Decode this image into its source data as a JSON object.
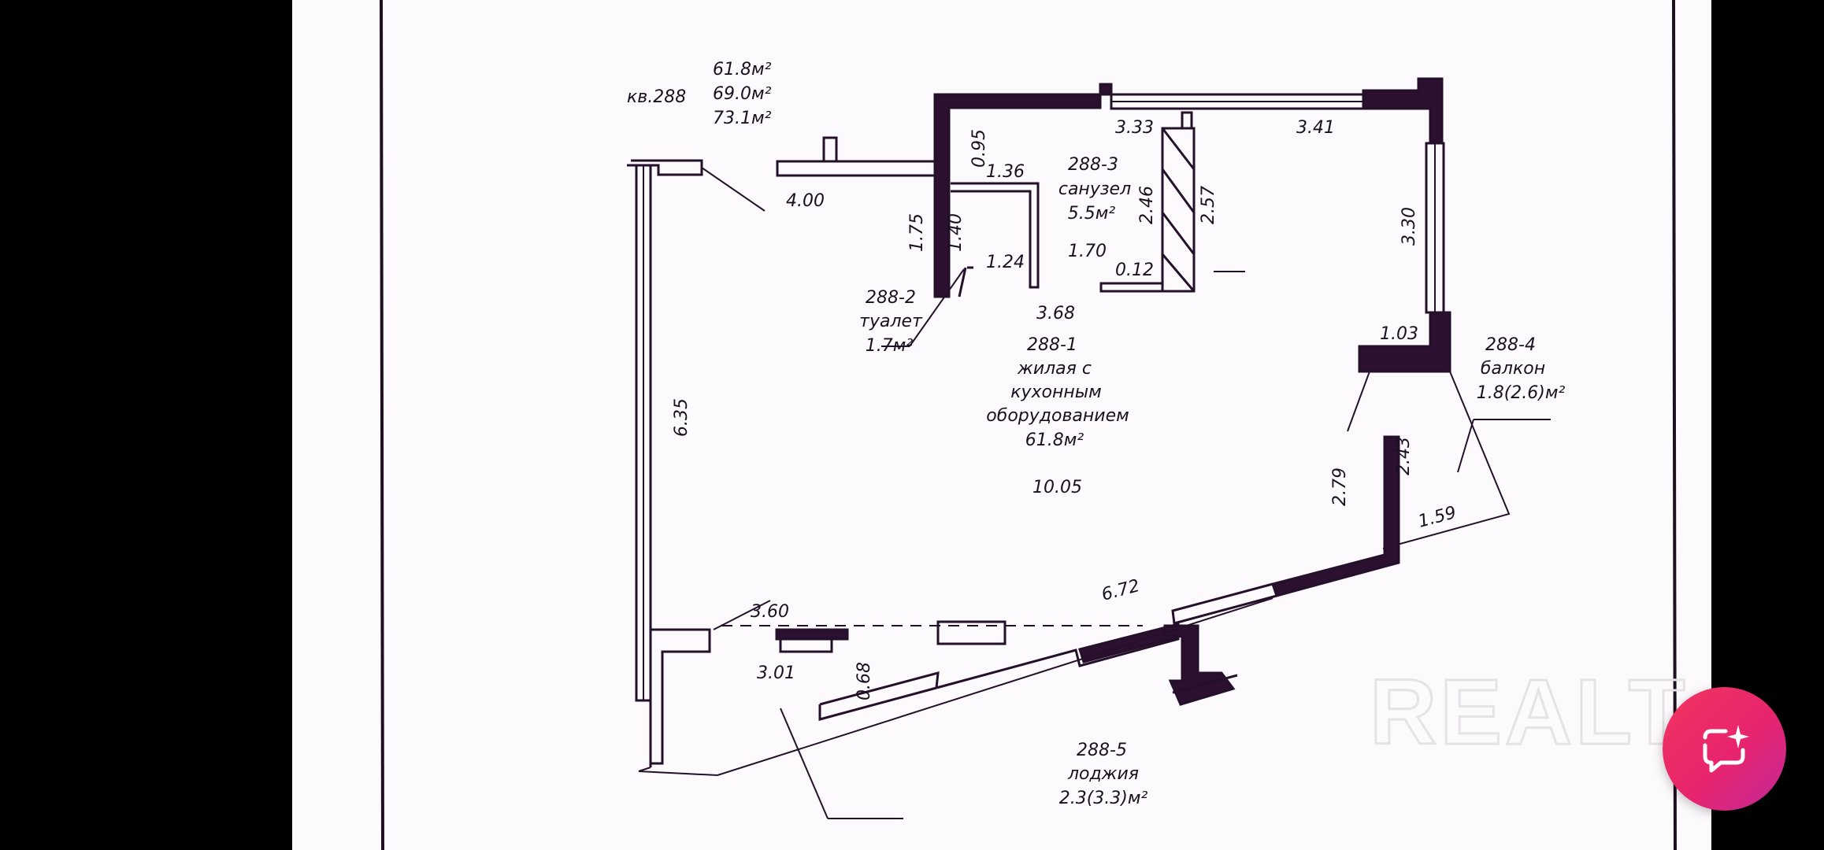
{
  "plan": {
    "apartment": {
      "number": "кв.288",
      "areas": [
        "61.8м²",
        "69.0м²",
        "73.1м²"
      ]
    },
    "rooms": [
      {
        "id": "288-1",
        "lines": [
          "288-1",
          "жилая с",
          "кухонным",
          "оборудованием",
          "61.8м²"
        ]
      },
      {
        "id": "288-2",
        "lines": [
          "288-2",
          "туалет",
          "1.7м²"
        ]
      },
      {
        "id": "288-3",
        "lines": [
          "288-3",
          "санузел",
          "5.5м²"
        ]
      },
      {
        "id": "288-4",
        "lines": [
          "288-4",
          "балкон",
          "1.8(2.6)м²"
        ]
      },
      {
        "id": "288-5",
        "lines": [
          "288-5",
          "лоджия",
          "2.3(3.3)м²"
        ]
      }
    ],
    "dimensions": {
      "d_333": "3.33",
      "d_341": "3.41",
      "d_095": "0.95",
      "d_136": "1.36",
      "d_400": "4.00",
      "d_175": "1.75",
      "d_140": "1.40",
      "d_124": "1.24",
      "d_246": "2.46",
      "d_257": "2.57",
      "d_170": "1.70",
      "d_012": "0.12",
      "d_368": "3.68",
      "d_330": "3.30",
      "d_103": "1.03",
      "d_635": "6.35",
      "d_1005": "10.05",
      "d_279": "2.79",
      "d_243": "2.43",
      "d_159": "1.59",
      "d_672": "6.72",
      "d_360": "3.60",
      "d_301": "3.01",
      "d_068": "0.68"
    }
  },
  "watermark": {
    "text": "REALT"
  },
  "chat_button": {
    "icon": "sparkle-chat-icon",
    "color_from": "#f0355f",
    "color_to": "#c12a9a"
  }
}
